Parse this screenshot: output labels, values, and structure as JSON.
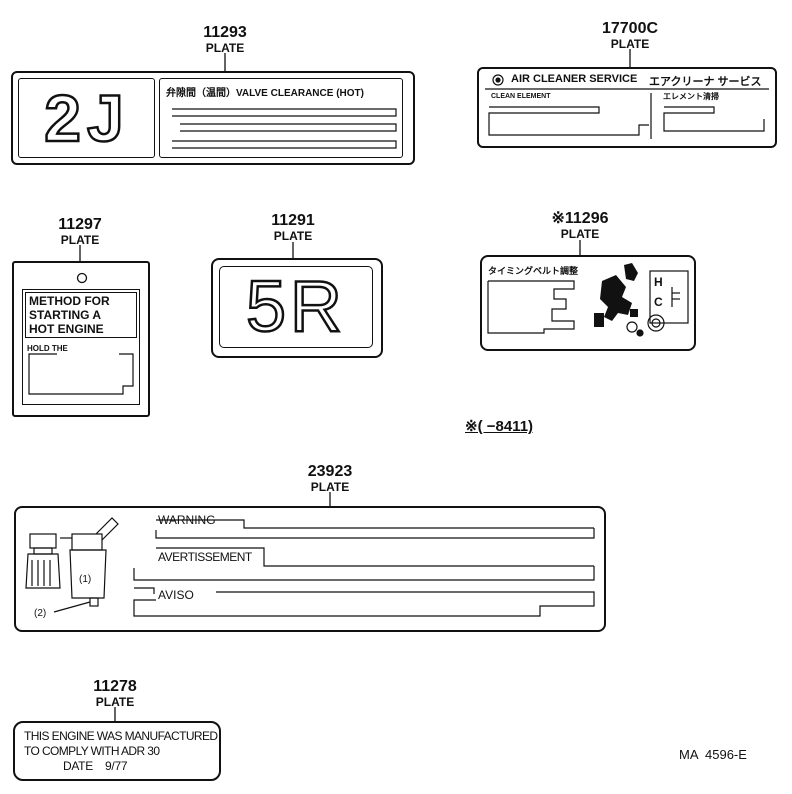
{
  "plates": {
    "p11293": {
      "number": "11293",
      "word": "PLATE",
      "engine_code": "2J",
      "header": "弁隙間（温間）VALVE  CLEARANCE (HOT)"
    },
    "p17700c": {
      "number": "17700C",
      "word": "PLATE",
      "header_en": "AIR  CLEANER  SERVICE",
      "header_jp": "エアクリーナ サービス",
      "left_caption": "CLEAN ELEMENT",
      "right_caption": "エレメント清掃"
    },
    "p11297": {
      "number": "11297",
      "word": "PLATE",
      "method_lines": [
        "METHOD  FOR",
        "STARTING   A",
        "HOT   ENGINE"
      ],
      "hold_caption": "HOLD  THE"
    },
    "p11291": {
      "number": "11291",
      "word": "PLATE",
      "engine_code": "5R"
    },
    "p11296": {
      "number": "※11296",
      "word": "PLATE",
      "header_jp": "タイミングベルト調整",
      "gauge_h": "H",
      "gauge_c": "C"
    },
    "p23923": {
      "number": "23923",
      "word": "PLATE",
      "warning": "WARNING",
      "avertissement": "AVERTISSEMENT",
      "aviso": "AVISO",
      "callout_1": "(1)",
      "callout_2": "(2)"
    },
    "p11278": {
      "number": "11278",
      "word": "PLATE",
      "lines": [
        "THIS ENGINE WAS MANUFACTURED",
        "TO COMPLY WITH ADR 30",
        "DATE    9/77"
      ]
    }
  },
  "serial_note": "※(          −8411)",
  "figure_code": "MA  4596-E"
}
